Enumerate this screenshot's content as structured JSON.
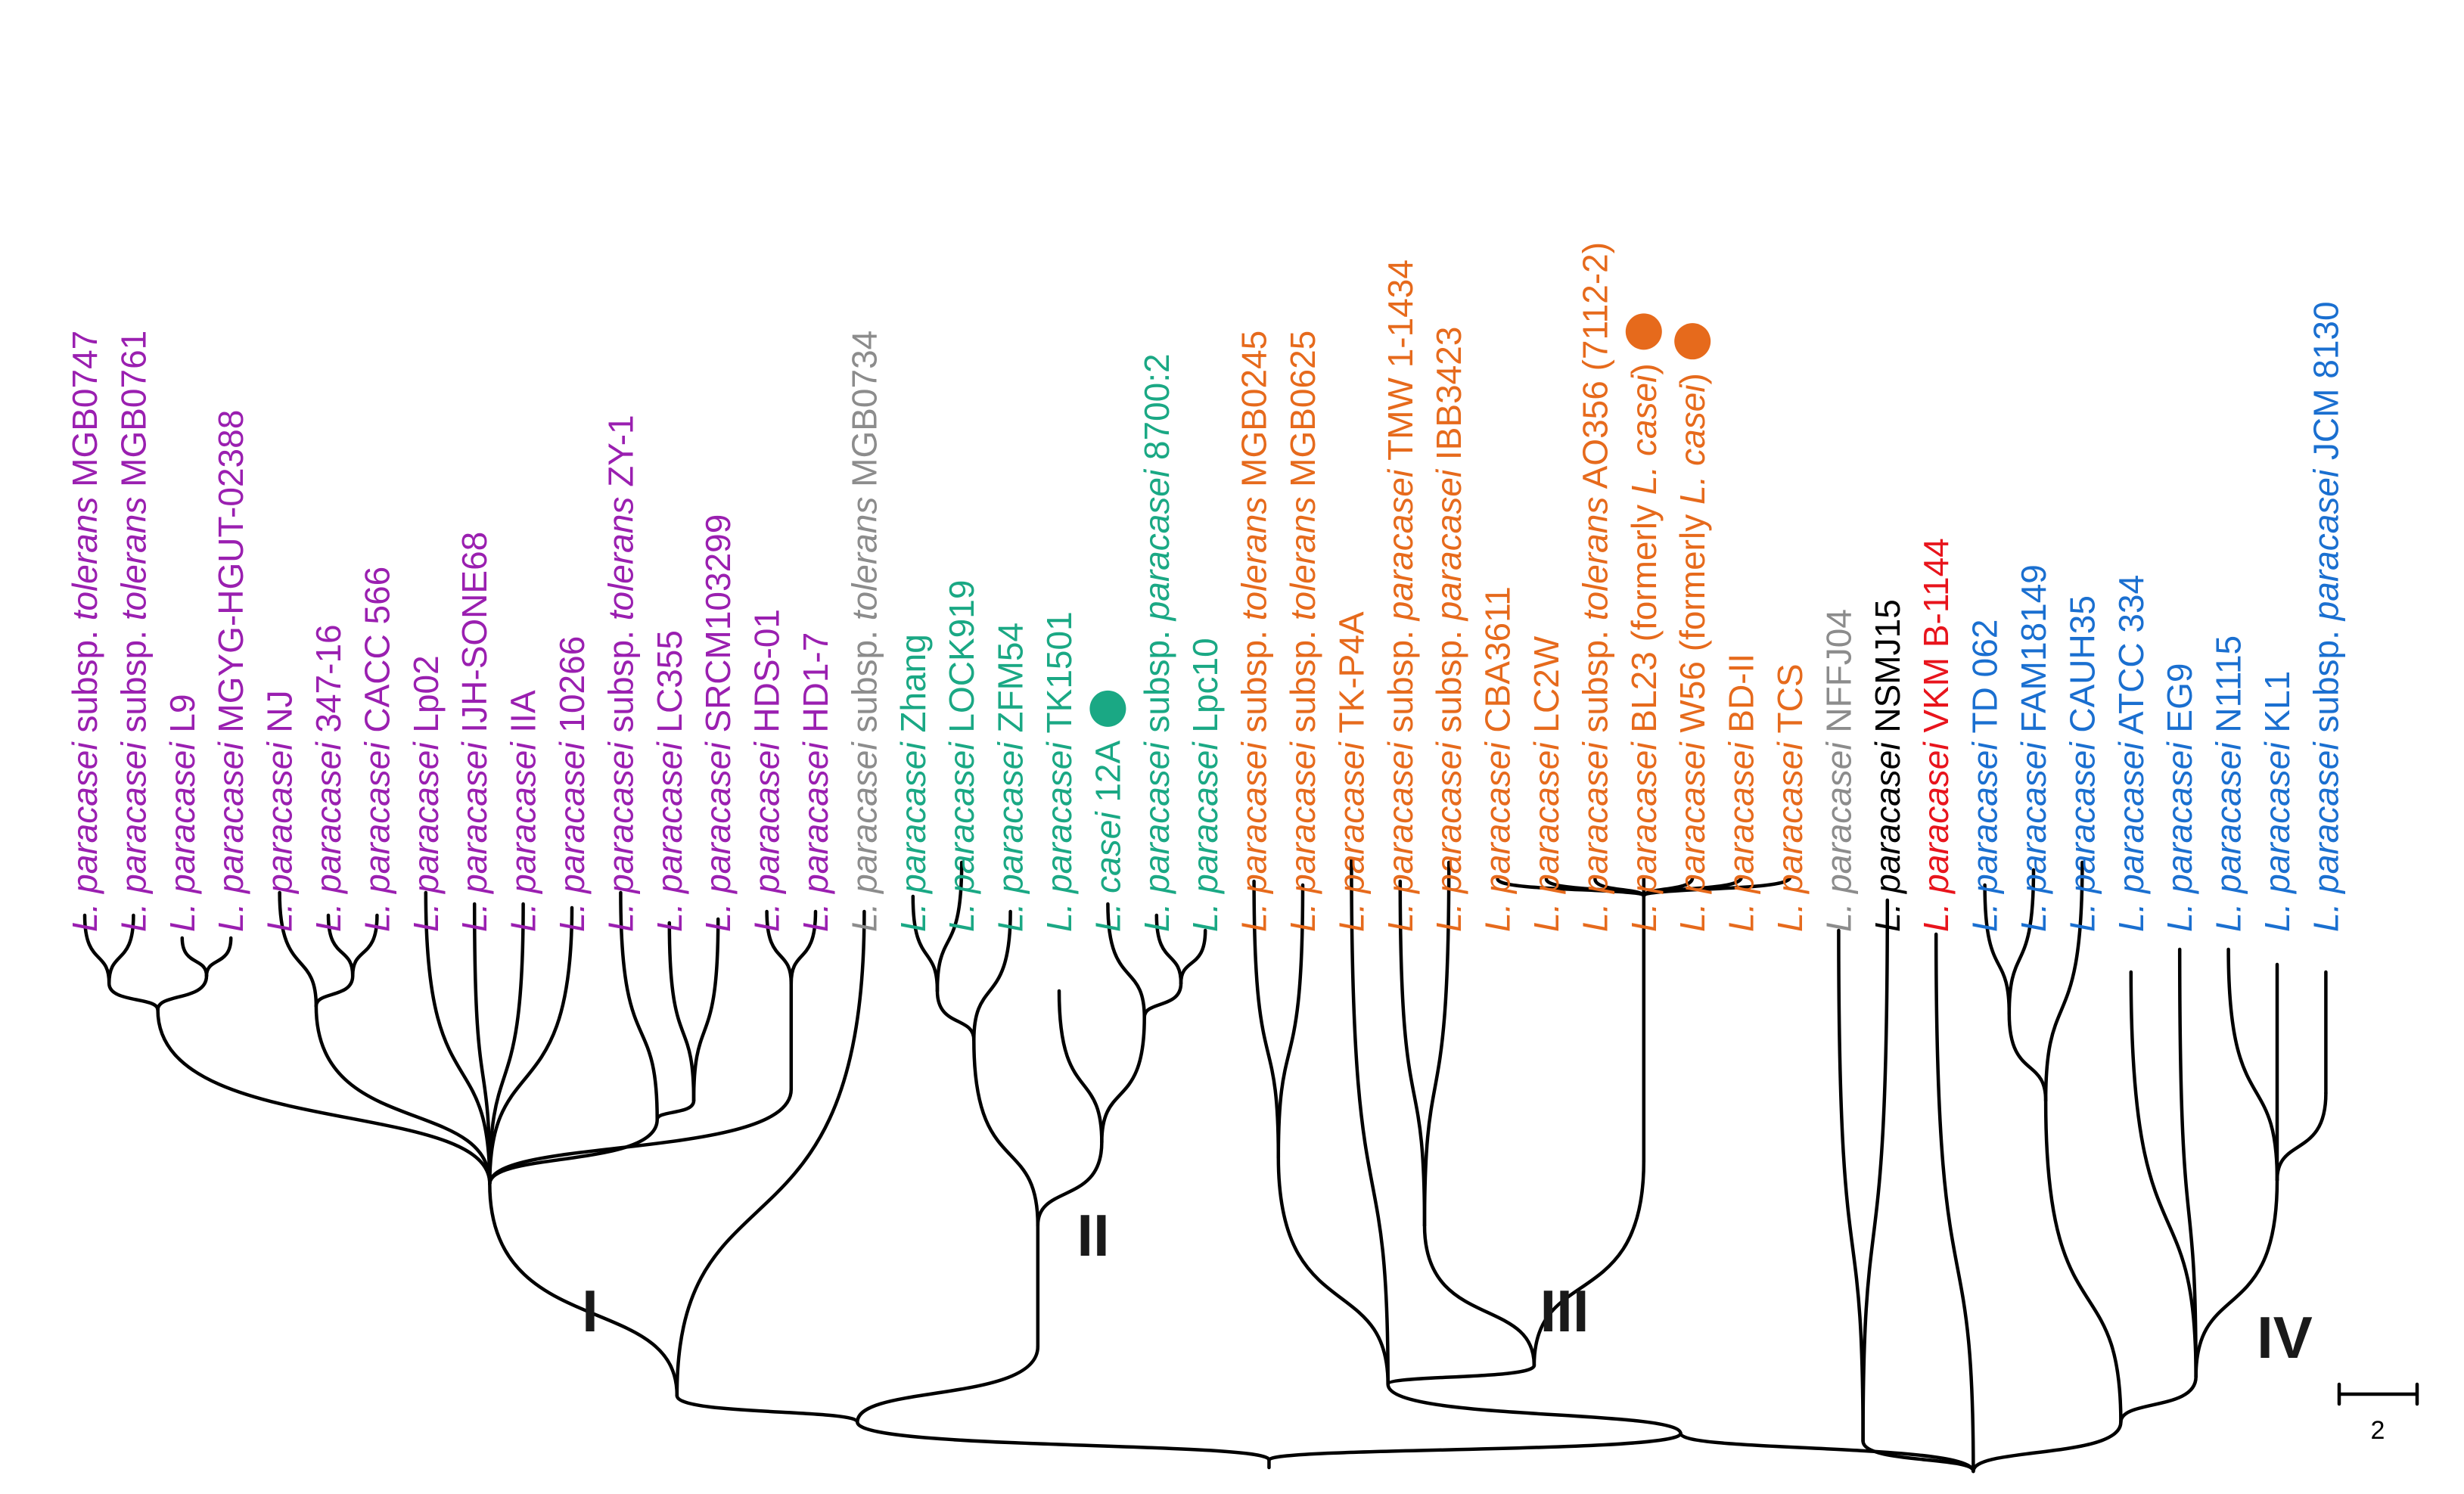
{
  "colors": {
    "purple": "#9a1fb0",
    "gray": "#8c8c8c",
    "teal": "#1aa884",
    "orange": "#e66a1c",
    "black": "#000000",
    "red": "#e8141c",
    "blue": "#1a6fd0"
  },
  "leaves": [
    {
      "genus": "L.",
      "species": "paracasei",
      "mid": " subsp. ",
      "subsp": "tolerans",
      "strain": " MGB0747",
      "color": "purple"
    },
    {
      "genus": "L.",
      "species": "paracasei",
      "mid": " subsp. ",
      "subsp": "tolerans",
      "strain": " MGB0761",
      "color": "purple"
    },
    {
      "genus": "L.",
      "species": "paracasei",
      "strain": " L9",
      "color": "purple"
    },
    {
      "genus": "L.",
      "species": "paracasei",
      "strain": " MGYG-HGUT-02388",
      "color": "purple"
    },
    {
      "genus": "L.",
      "species": "paracasei",
      "strain": " NJ",
      "color": "purple"
    },
    {
      "genus": "L.",
      "species": "paracasei",
      "strain": " 347-16",
      "color": "purple"
    },
    {
      "genus": "L.",
      "species": "paracasei",
      "strain": " CACC 566",
      "color": "purple"
    },
    {
      "genus": "L.",
      "species": "paracasei",
      "strain": " Lp02",
      "color": "purple"
    },
    {
      "genus": "L.",
      "species": "paracasei",
      "strain": " IJH-SONE68",
      "color": "purple"
    },
    {
      "genus": "L.",
      "species": "paracasei",
      "strain": " IIA",
      "color": "purple"
    },
    {
      "genus": "L.",
      "species": "paracasei",
      "strain": " 10266",
      "color": "purple"
    },
    {
      "genus": "L.",
      "species": "paracasei",
      "mid": " subsp. ",
      "subsp": "tolerans",
      "strain": " ZY-1",
      "color": "purple"
    },
    {
      "genus": "L.",
      "species": "paracasei",
      "strain": " LC355",
      "color": "purple"
    },
    {
      "genus": "L.",
      "species": "paracasei",
      "strain": " SRCM103299",
      "color": "purple"
    },
    {
      "genus": "L.",
      "species": "paracasei",
      "strain": " HDS-01",
      "color": "purple"
    },
    {
      "genus": "L.",
      "species": "paracasei",
      "strain": " HD1-7",
      "color": "purple"
    },
    {
      "genus": "L.",
      "species": "paracasei",
      "mid": " subsp. ",
      "subsp": "tolerans",
      "strain": " MGB0734",
      "color": "gray"
    },
    {
      "genus": "L.",
      "species": "paracasei",
      "strain": " Zhang",
      "color": "teal"
    },
    {
      "genus": "L.",
      "species": "paracasei",
      "strain": " LOCK919",
      "color": "teal"
    },
    {
      "genus": "L.",
      "species": "paracasei",
      "strain": " ZFM54",
      "color": "teal"
    },
    {
      "genus": "L.",
      "species": "paracasei",
      "strain": " TK1501",
      "color": "teal"
    },
    {
      "genus": "L.",
      "species": "casei",
      "strain": " 12A",
      "color": "teal",
      "marker": true
    },
    {
      "genus": "L.",
      "species": "paracasei",
      "mid": " subsp. ",
      "subsp": "paracasei",
      "strain": " 8700:2",
      "color": "teal"
    },
    {
      "genus": "L.",
      "species": "paracasei",
      "strain": " Lpc10",
      "color": "teal"
    },
    {
      "genus": "L.",
      "species": "paracasei",
      "mid": " subsp. ",
      "subsp": "tolerans",
      "strain": " MGB0245",
      "color": "orange"
    },
    {
      "genus": "L.",
      "species": "paracasei",
      "mid": " subsp. ",
      "subsp": "tolerans",
      "strain": " MGB0625",
      "color": "orange"
    },
    {
      "genus": "L.",
      "species": "paracasei",
      "strain": " TK-P4A",
      "color": "orange"
    },
    {
      "genus": "L.",
      "species": "paracasei",
      "mid": " subsp. ",
      "subsp": "paracasei",
      "strain": " TMW 1-1434",
      "color": "orange"
    },
    {
      "genus": "L.",
      "species": "paracasei",
      "mid": " subsp. ",
      "subsp": "paracasei",
      "strain": " IBB3423",
      "color": "orange"
    },
    {
      "genus": "L.",
      "species": "paracasei",
      "strain": " CBA3611",
      "color": "orange"
    },
    {
      "genus": "L.",
      "species": "paracasei",
      "strain": " LC2W",
      "color": "orange"
    },
    {
      "genus": "L.",
      "species": "paracasei",
      "mid": " subsp. ",
      "subsp": "tolerans",
      "strain": " AO356 (7112-2)",
      "color": "orange"
    },
    {
      "genus": "L.",
      "species": "paracasei",
      "strain": " BL23 (formerly ",
      "tail_it": "L. casei",
      "tail": ")",
      "color": "orange",
      "marker": true
    },
    {
      "genus": "L.",
      "species": "paracasei",
      "strain": " W56 (formerly ",
      "tail_it": "L. casei",
      "tail": ")",
      "color": "orange",
      "marker": true
    },
    {
      "genus": "L.",
      "species": "paracasei",
      "strain": " BD-II",
      "color": "orange"
    },
    {
      "genus": "L.",
      "species": "paracasei",
      "strain": " TCS",
      "color": "orange"
    },
    {
      "genus": "L.",
      "species": "paracasei",
      "strain": " NFFJ04",
      "color": "gray"
    },
    {
      "genus": "L.",
      "species": "paracasei",
      "strain": " NSMJ15",
      "color": "black"
    },
    {
      "genus": "L.",
      "species": "paracasei",
      "strain": " VKM B-1144",
      "color": "red"
    },
    {
      "genus": "L.",
      "species": "paracasei",
      "strain": " TD 062",
      "color": "blue"
    },
    {
      "genus": "L.",
      "species": "paracasei",
      "strain": " FAM18149",
      "color": "blue"
    },
    {
      "genus": "L.",
      "species": "paracasei",
      "strain": " CAUH35",
      "color": "blue"
    },
    {
      "genus": "L.",
      "species": "paracasei",
      "strain": " ATCC 334",
      "color": "blue"
    },
    {
      "genus": "L.",
      "species": "paracasei",
      "strain": " EG9",
      "color": "blue"
    },
    {
      "genus": "L.",
      "species": "paracasei",
      "strain": " N1115",
      "color": "blue"
    },
    {
      "genus": "L.",
      "species": "paracasei",
      "strain": " KL1",
      "color": "blue"
    },
    {
      "genus": "L.",
      "species": "paracasei",
      "mid": " subsp. ",
      "subsp": "paracasei",
      "strain": " JCM 8130",
      "color": "blue"
    }
  ],
  "clades": [
    {
      "id": "clade-1",
      "label": "I"
    },
    {
      "id": "clade-2",
      "label": "II"
    },
    {
      "id": "clade-3",
      "label": "III"
    },
    {
      "id": "clade-4",
      "label": "IV"
    }
  ],
  "scale_bar": {
    "value": 2,
    "label": "2"
  }
}
